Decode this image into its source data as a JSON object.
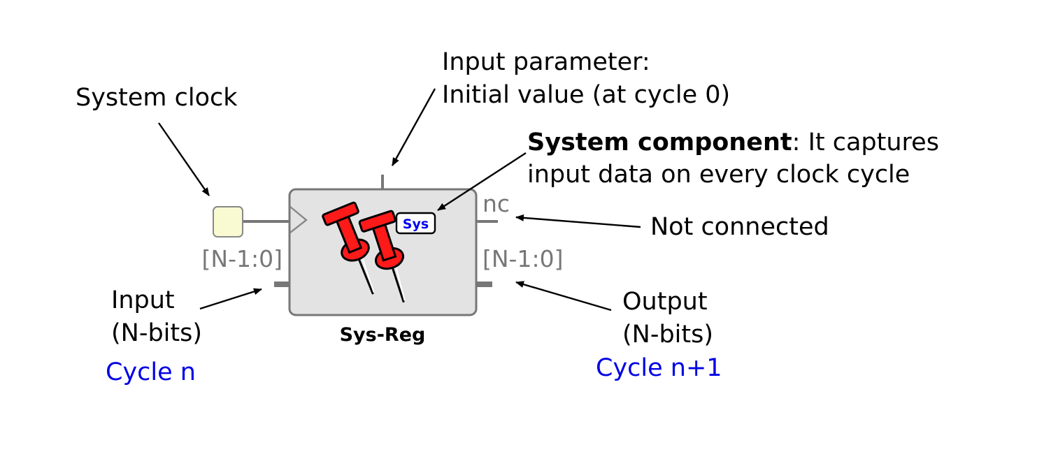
{
  "component": {
    "name": "Sys-Reg",
    "badge": "Sys",
    "icon": "pushpin-icon",
    "colors": {
      "body_fill": "#e3e3e3",
      "body_stroke": "#777777",
      "clock_fill": "#fafad2",
      "pin_red": "#ff1a1a"
    }
  },
  "ports": {
    "input_range": "[N-1:0]",
    "output_range": "[N-1:0]",
    "nc": "nc"
  },
  "annotations": {
    "system_clock": "System clock",
    "input_parameter_line1": "Input parameter:",
    "input_parameter_line2": "Initial value (at cycle 0)",
    "system_component_bold": "System component",
    "system_component_rest": ": It captures",
    "system_component_line2": "input data on every clock cycle",
    "not_connected": "Not connected",
    "input_line1": "Input",
    "input_line2": "(N-bits)",
    "input_cycle": "Cycle n",
    "output_line1": "Output",
    "output_line2": "(N-bits)",
    "output_cycle": "Cycle n+1"
  }
}
